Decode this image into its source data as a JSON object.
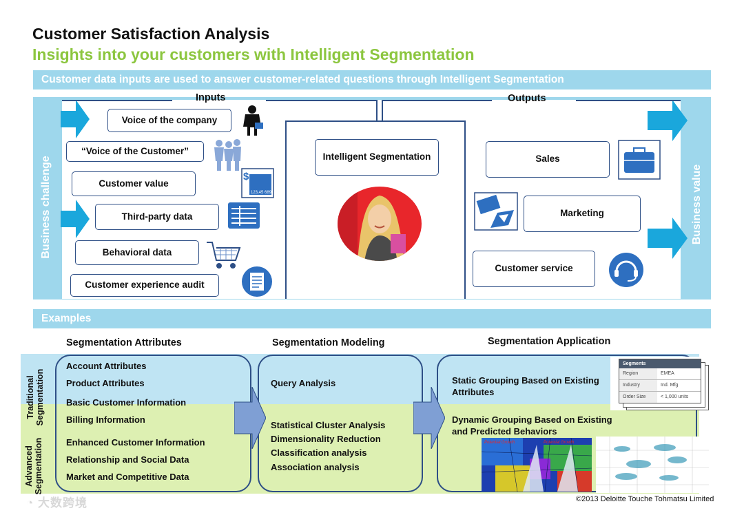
{
  "title": "Customer Satisfaction Analysis",
  "subtitle": "Insights into your customers with Intelligent Segmentation",
  "banner": "Customer data inputs are used to answer customer-related questions through Intelligent Segmentation",
  "side_left": "Business challenge",
  "side_right": "Business value",
  "inputs": {
    "header": "Inputs",
    "items": [
      "Voice of the company",
      "“Voice of the Customer”",
      "Customer value",
      "Third-party data",
      "Behavioral data",
      "Customer experience audit"
    ],
    "icon_value_label": "123,45 689"
  },
  "center": {
    "label": "Intelligent Segmentation"
  },
  "outputs": {
    "header": "Outputs",
    "items": [
      "Sales",
      "Marketing",
      "Customer service"
    ]
  },
  "examples_band": "Examples",
  "columns": {
    "attributes": "Segmentation Attributes",
    "modeling": "Segmentation Modeling",
    "application": "Segmentation Application"
  },
  "rows": {
    "traditional": "Traditional Segmentation",
    "advanced": "Advanced Segmentation"
  },
  "attributes": {
    "traditional": [
      "Account Attributes",
      "Product Attributes",
      "Basic Customer Information",
      "Billing Information"
    ],
    "advanced": [
      "Enhanced Customer Information",
      "Relationship and Social Data",
      "Market and Competitive Data"
    ]
  },
  "modeling": {
    "traditional": [
      "Query Analysis"
    ],
    "advanced": [
      "Statistical Cluster Analysis",
      "Dimensionality Reduction",
      "Classification analysis",
      "Association analysis"
    ]
  },
  "application": {
    "traditional": "Static Grouping Based on Existing Attributes",
    "advanced": "Dynamic Grouping Based on Existing and Predicted Behaviors"
  },
  "segments_card": {
    "title": "Segments",
    "rows": [
      [
        "Region",
        "EMEA"
      ],
      [
        "Industry",
        "Ind. Mfg"
      ],
      [
        "Order Size",
        "< 1,000 units"
      ]
    ]
  },
  "map_labels": [
    "Potential Growth",
    "Potential Growth"
  ],
  "copyright": "©2013 Deloitte Touche Tohmatsu Limited",
  "watermark": "大数跨境",
  "colors": {
    "accent_green": "#8cc63f",
    "band_blue": "#9ed7ec",
    "arrow_blue": "#1aa7dc",
    "outline_navy": "#2e4f86"
  }
}
